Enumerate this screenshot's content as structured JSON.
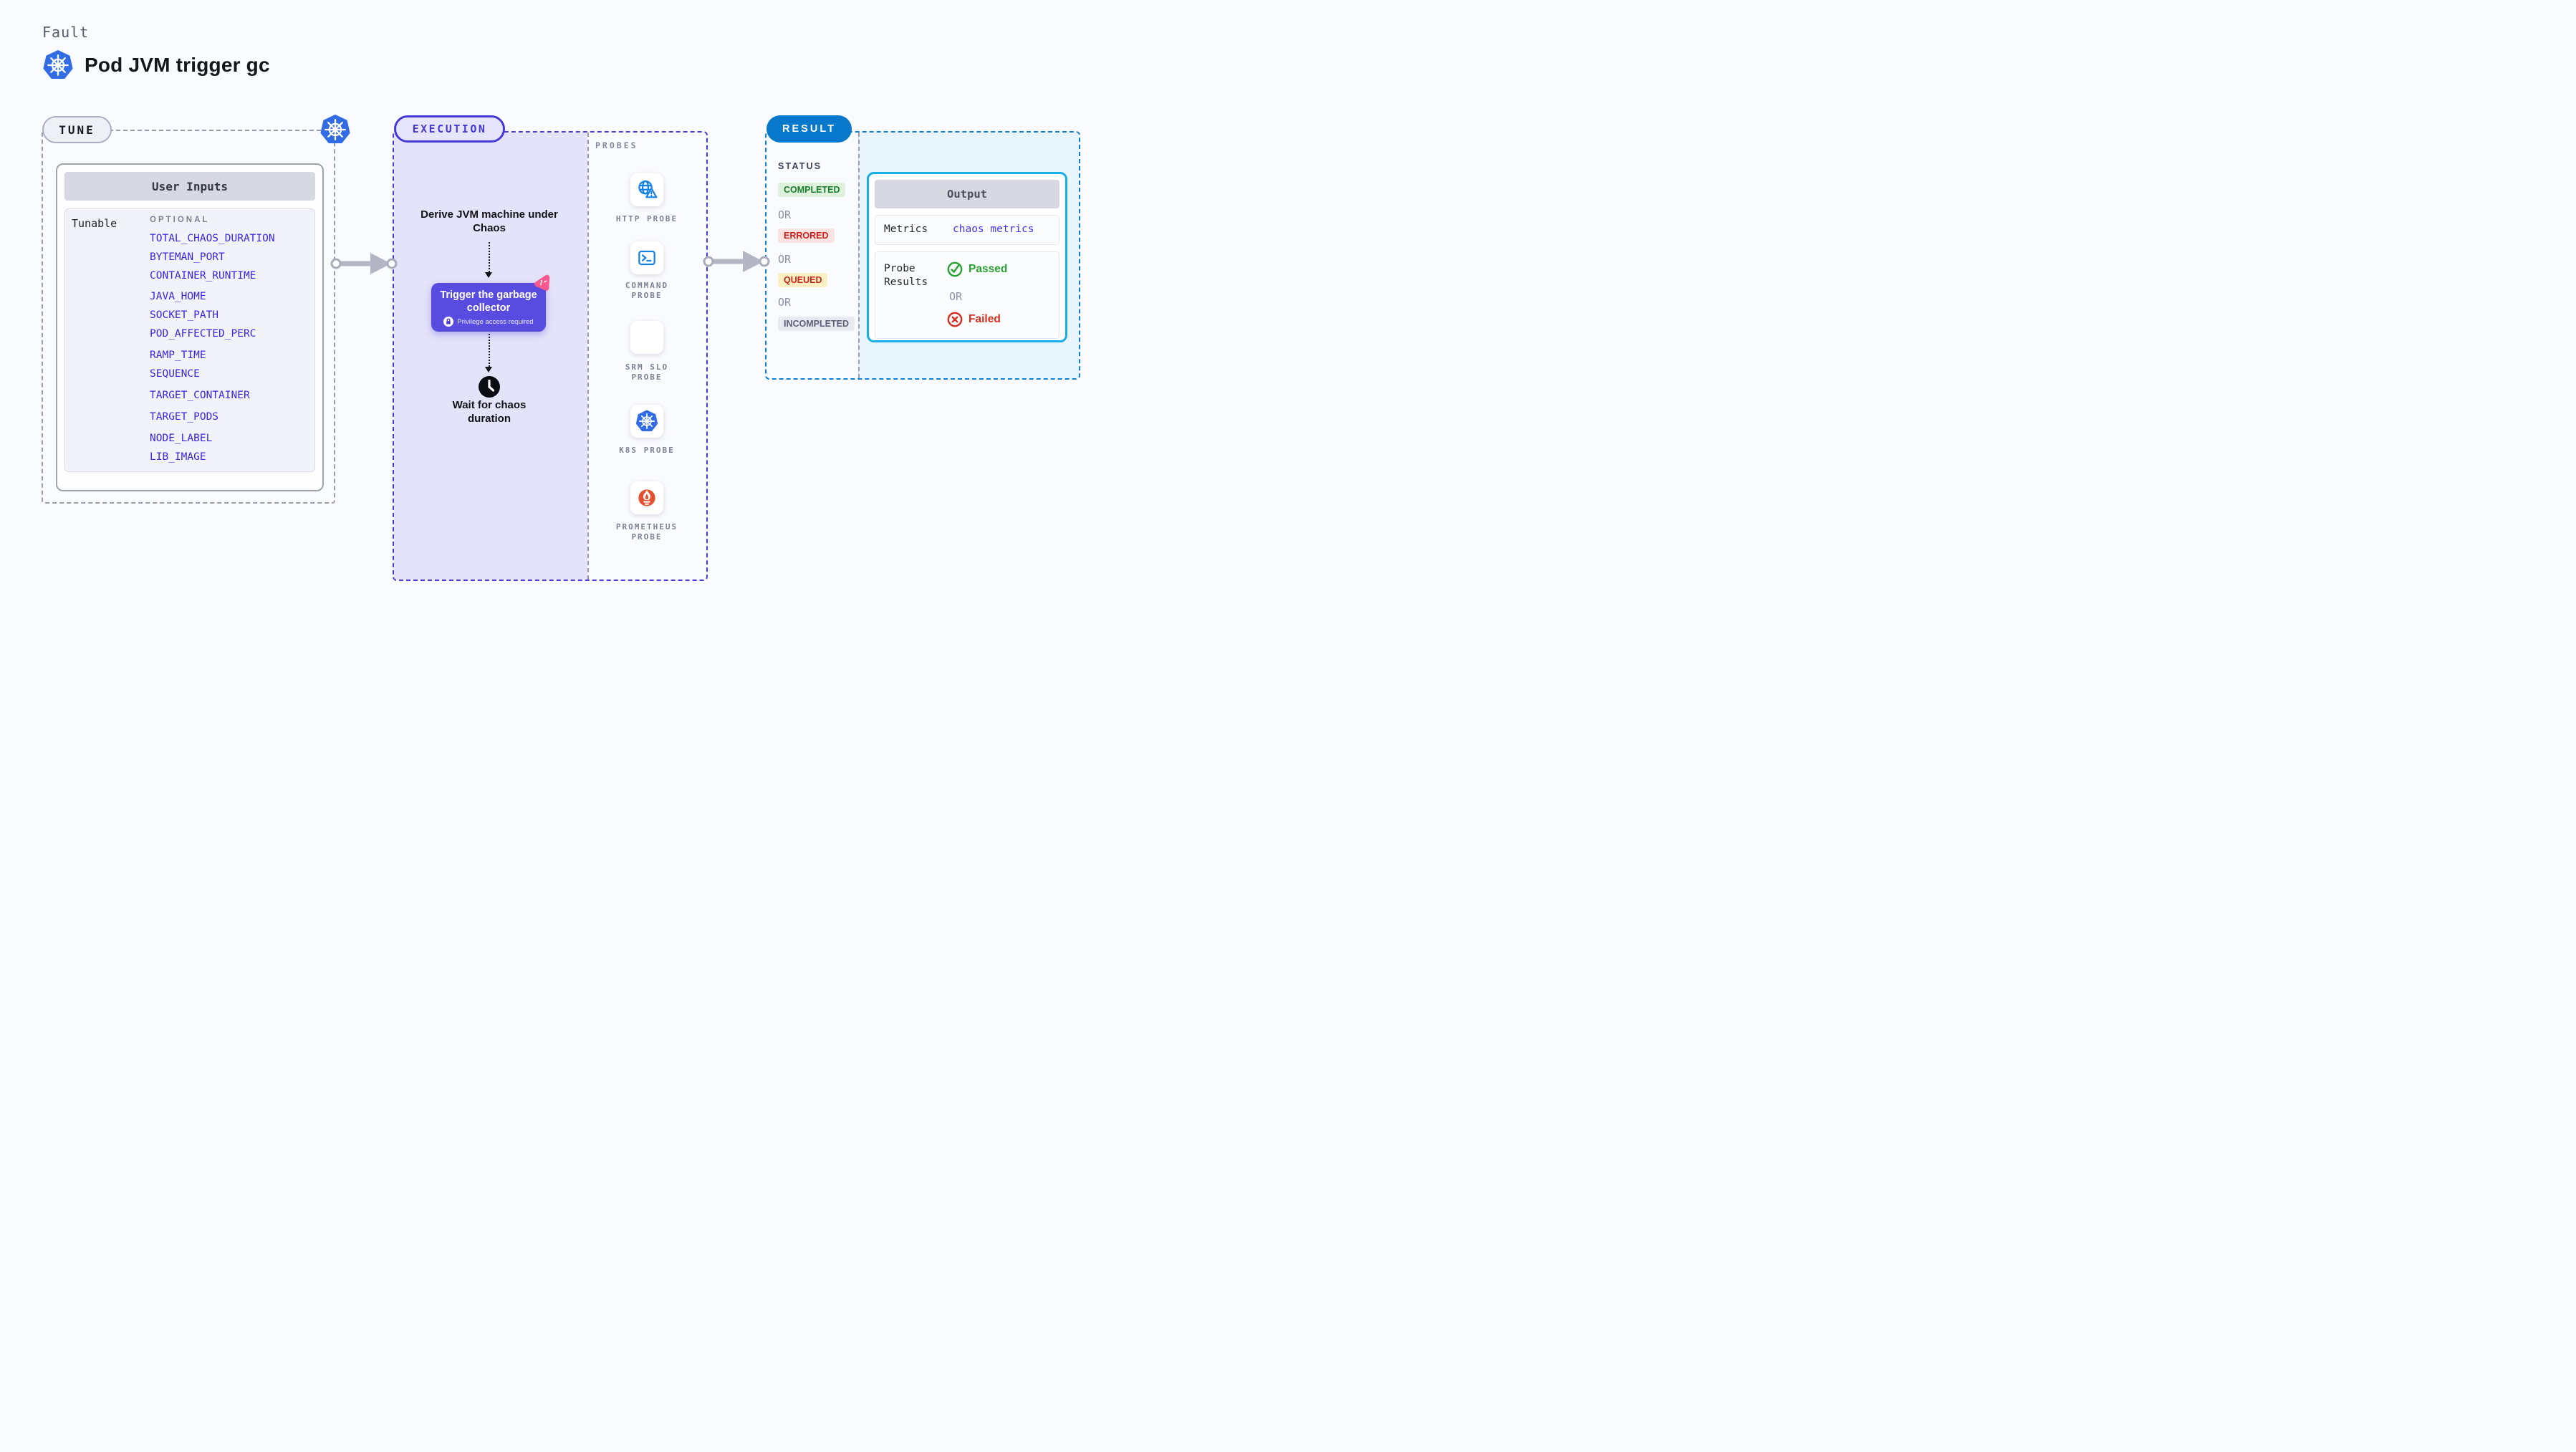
{
  "page": {
    "kicker": "Fault",
    "title": "Pod JVM trigger gc"
  },
  "tune": {
    "badge": "TUNE",
    "panel_title": "User Inputs",
    "row_label": "Tunable",
    "column_header": "OPTIONAL",
    "params": [
      "TOTAL_CHAOS_DURATION",
      "BYTEMAN_PORT",
      "CONTAINER_RUNTIME",
      "JAVA_HOME",
      "SOCKET_PATH",
      "POD_AFFECTED_PERC",
      "RAMP_TIME",
      "SEQUENCE",
      "TARGET_CONTAINER",
      "TARGET_PODS",
      "NODE_LABEL",
      "LIB_IMAGE"
    ]
  },
  "execution": {
    "badge": "EXECUTION",
    "probes_header": "PROBES",
    "step_derive": "Derive JVM machine under Chaos",
    "node": {
      "title": "Trigger the garbage collector",
      "subtitle": "Privilege access required"
    },
    "step_wait": "Wait for chaos duration",
    "probes": [
      {
        "label": "HTTP PROBE",
        "icon": "globe-alert-icon"
      },
      {
        "label": "COMMAND PROBE",
        "icon": "terminal-icon"
      },
      {
        "label": "SRM SLO PROBE",
        "icon": "slo-gauge-icon"
      },
      {
        "label": "K8S PROBE",
        "icon": "kubernetes-icon"
      },
      {
        "label": "PROMETHEUS PROBE",
        "icon": "prometheus-flame-icon"
      }
    ]
  },
  "result": {
    "badge": "RESULT",
    "status_header": "STATUS",
    "or_label": "OR",
    "statuses": [
      {
        "label": "COMPLETED",
        "text_color": "#1b7c2c",
        "bg": "#ddf1dc"
      },
      {
        "label": "ERRORED",
        "text_color": "#cb221a",
        "bg": "#fbe3e1"
      },
      {
        "label": "QUEUED",
        "text_color": "#c3251c",
        "bg": "#fbf0c3"
      },
      {
        "label": "INCOMPLETED",
        "text_color": "#5b5f77",
        "bg": "#e9eaf1"
      }
    ],
    "output": {
      "title": "Output",
      "metrics_label": "Metrics",
      "metrics_value": "chaos metrics",
      "probe_results_label": "Probe Results",
      "passed_label": "Passed",
      "failed_label": "Failed"
    }
  },
  "colors": {
    "kubernetes_blue": "#326ce5",
    "execution_accent": "#4a3cdb",
    "result_accent": "#0b7fd3",
    "output_border": "#16aee5",
    "node_fill": "#574be0",
    "param_blue": "#3726ea",
    "probe_icon_blue": "#1282e8",
    "srm_purple": "#8a5cf0",
    "prometheus_orange": "#e6512d",
    "passed_green": "#27a22e",
    "failed_red": "#d92b1d",
    "pink_badge": "#f7598c",
    "connector_gray": "#b5b6c5"
  }
}
